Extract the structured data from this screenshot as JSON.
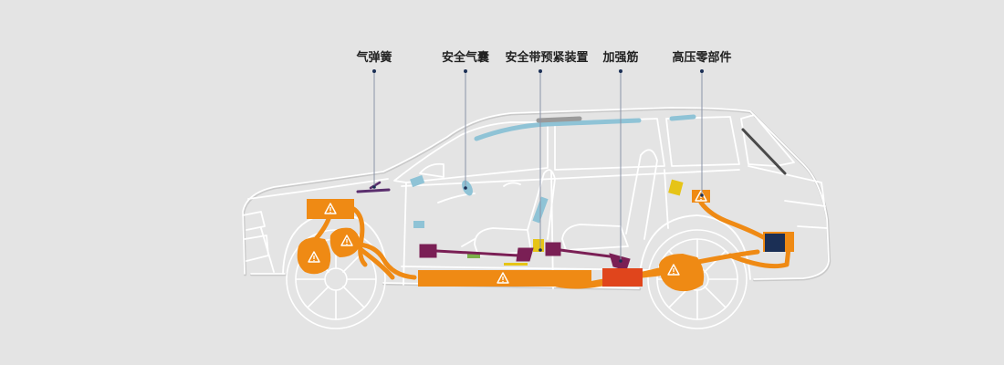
{
  "labels": {
    "gas_spring": "气弹簧",
    "airbag": "安全气囊",
    "seatbelt_pretensioner": "安全带预紧装置",
    "reinforcement": "加强筋",
    "high_voltage_parts": "高压零部件"
  },
  "colors": {
    "background": "#e4e4e4",
    "outline": "#ffffff",
    "outline_shadow": "#c6c6c6",
    "high_voltage": "#ef8a14",
    "battery_red": "#e0451c",
    "seatbelt": "#7a1f55",
    "airbag": "#8fc3d6",
    "gas_spring": "#5b2f6e",
    "inverter": "#1b2f55",
    "reinforcement": "#e6c417",
    "leader": "#8a93a8",
    "dot": "#1b2f55"
  },
  "icons": {
    "warning": "warning-triangle-icon"
  }
}
